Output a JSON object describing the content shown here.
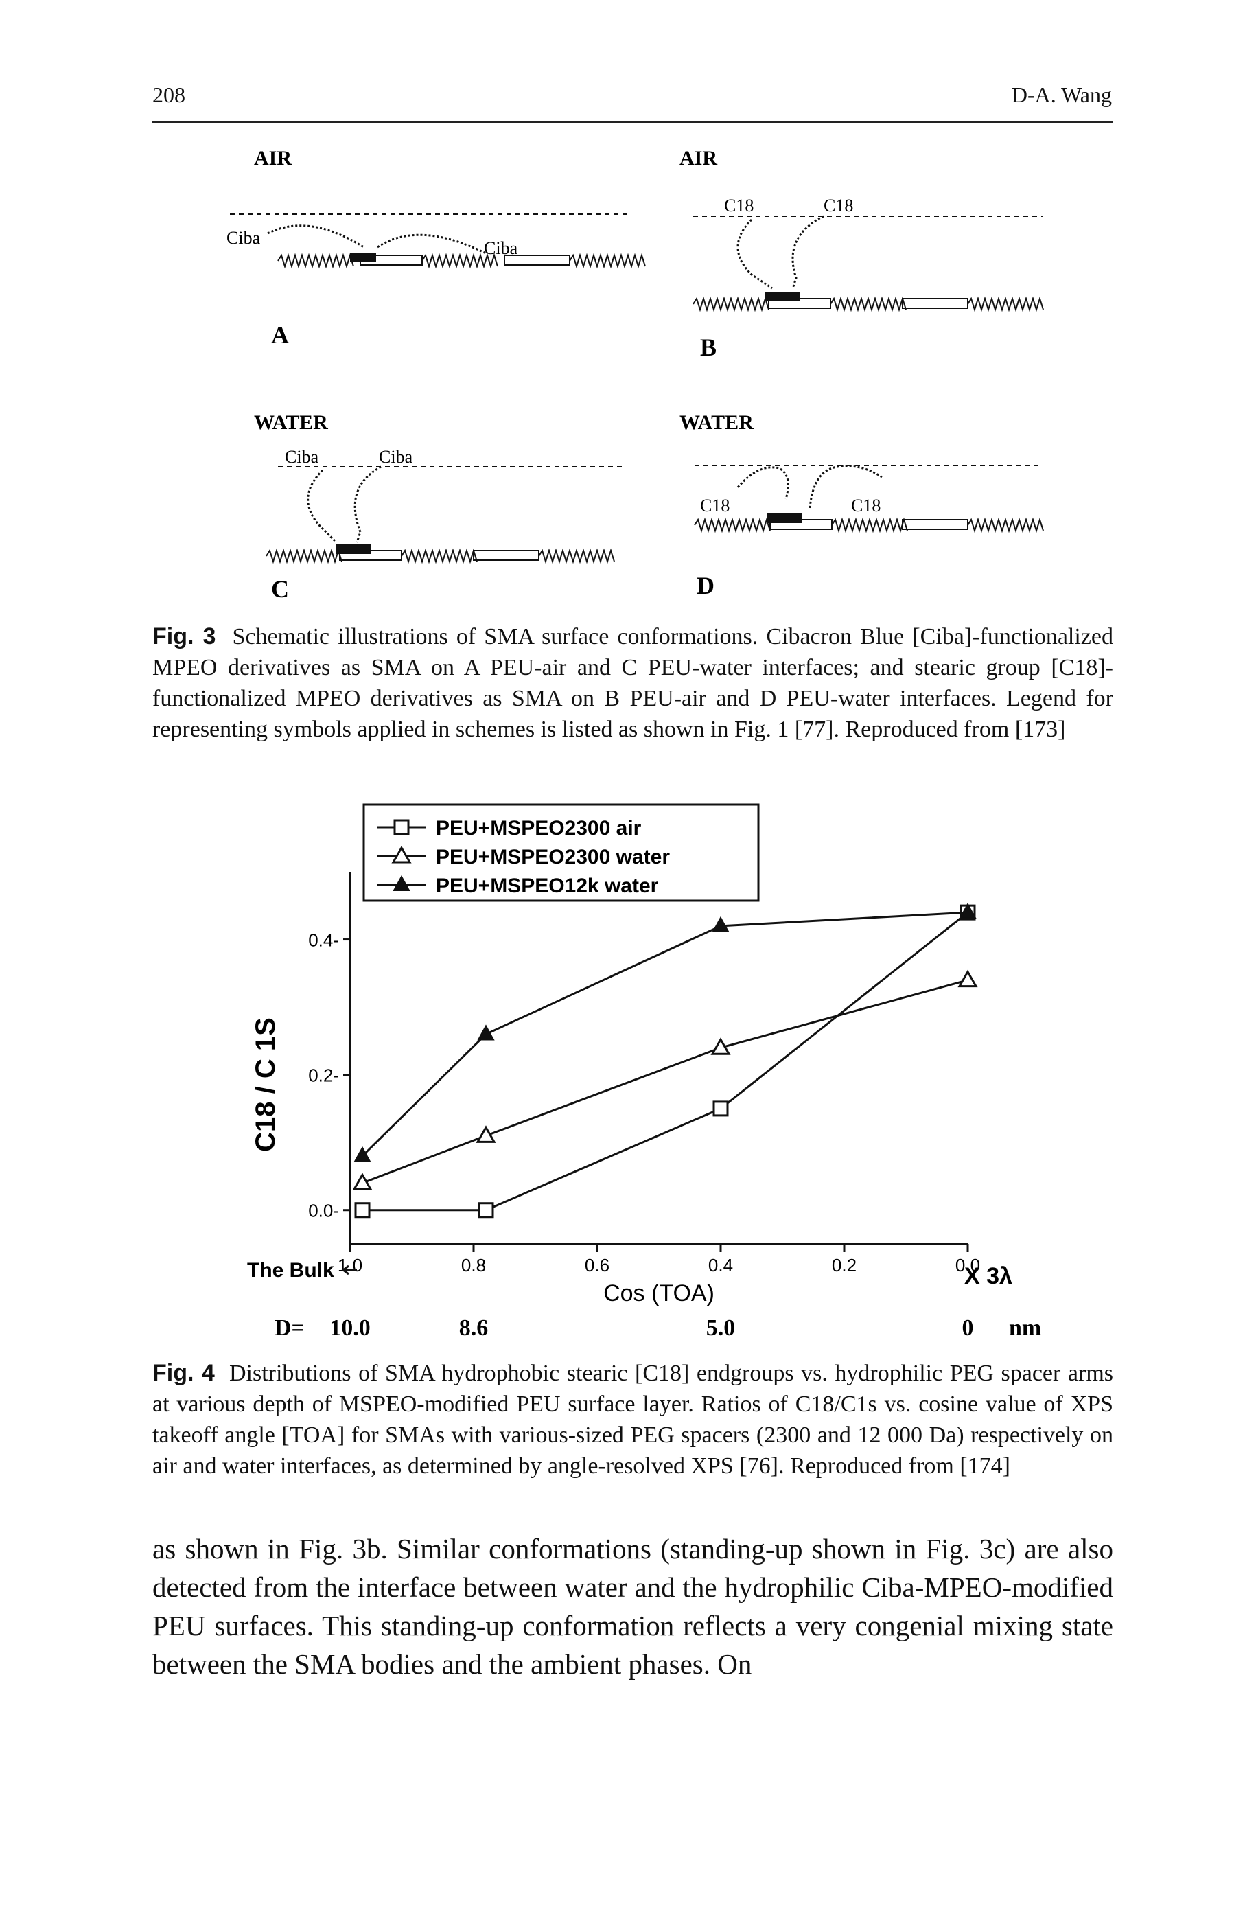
{
  "header": {
    "page_number": "208",
    "author": "D-A. Wang"
  },
  "fig3": {
    "panel_A": {
      "phase": "AIR",
      "label": "A",
      "group_left": "Ciba",
      "group_right": "Ciba"
    },
    "panel_B": {
      "phase": "AIR",
      "label": "B",
      "group_left": "C18",
      "group_right": "C18"
    },
    "panel_C": {
      "phase": "WATER",
      "label": "C",
      "group_left": "Ciba",
      "group_right": "Ciba"
    },
    "panel_D": {
      "phase": "WATER",
      "label": "D",
      "group_left": "C18",
      "group_right": "C18"
    },
    "caption_label": "Fig. 3",
    "caption_text": "Schematic illustrations of SMA surface conformations. Cibacron Blue [Ciba]-functionalized MPEO derivatives as SMA on A PEU-air and C PEU-water interfaces; and stearic group [C18]-functionalized MPEO derivatives as SMA on B PEU-air and D PEU-water interfaces. Legend for representing symbols applied in schemes is listed as shown in Fig. 1 [77]. Reproduced from [173]"
  },
  "chart_data": {
    "type": "line",
    "ylabel": "C18 / C 1S",
    "xlabel": "Cos (TOA)",
    "x_left_annotation": "The Bulk",
    "x_right_annotation": "X 3λ",
    "depth_prefix": "D=",
    "depth_values": [
      {
        "cos": 1.0,
        "label": "10.0"
      },
      {
        "cos": 0.8,
        "label": "8.6"
      },
      {
        "cos": 0.4,
        "label": "5.0"
      },
      {
        "cos": 0.0,
        "label": "0"
      }
    ],
    "depth_unit": "nm",
    "x_ticks": [
      "1.0",
      "0.8",
      "0.6",
      "0.4",
      "0.2",
      "0.0"
    ],
    "y_ticks": [
      "0.0",
      "0.2",
      "0.4"
    ],
    "xlim": [
      1.0,
      0.0
    ],
    "ylim": [
      -0.05,
      0.5
    ],
    "legend_position": "top",
    "series": [
      {
        "name": "PEU+MSPEO2300 air",
        "marker": "open-square",
        "x": [
          0.98,
          0.78,
          0.4,
          0.0
        ],
        "y": [
          0.0,
          0.0,
          0.15,
          0.44
        ]
      },
      {
        "name": "PEU+MSPEO2300 water",
        "marker": "open-triangle",
        "x": [
          0.98,
          0.78,
          0.4,
          0.0
        ],
        "y": [
          0.04,
          0.11,
          0.24,
          0.34
        ]
      },
      {
        "name": "PEU+MSPEO12k water",
        "marker": "filled-triangle",
        "x": [
          0.98,
          0.78,
          0.4,
          0.0
        ],
        "y": [
          0.08,
          0.26,
          0.42,
          0.44
        ]
      }
    ]
  },
  "fig4": {
    "caption_label": "Fig. 4",
    "caption_text": "Distributions of SMA hydrophobic stearic [C18] endgroups vs. hydrophilic PEG spacer arms at various depth of MSPEO-modified PEU surface layer. Ratios of C18/C1s vs. cosine value of XPS takeoff angle [TOA] for SMAs with various-sized PEG spacers (2300 and 12 000 Da) respectively on air and water interfaces, as determined by angle-resolved XPS [76]. Reproduced from [174]"
  },
  "body": {
    "paragraph": "as shown in Fig. 3b. Similar conformations (standing-up shown in Fig. 3c) are also detected from the interface between water and the hydrophilic Ciba-MPEO-modified PEU surfaces. This standing-up conformation reflects a very congenial mixing state between the SMA bodies and the ambient phases. On"
  }
}
